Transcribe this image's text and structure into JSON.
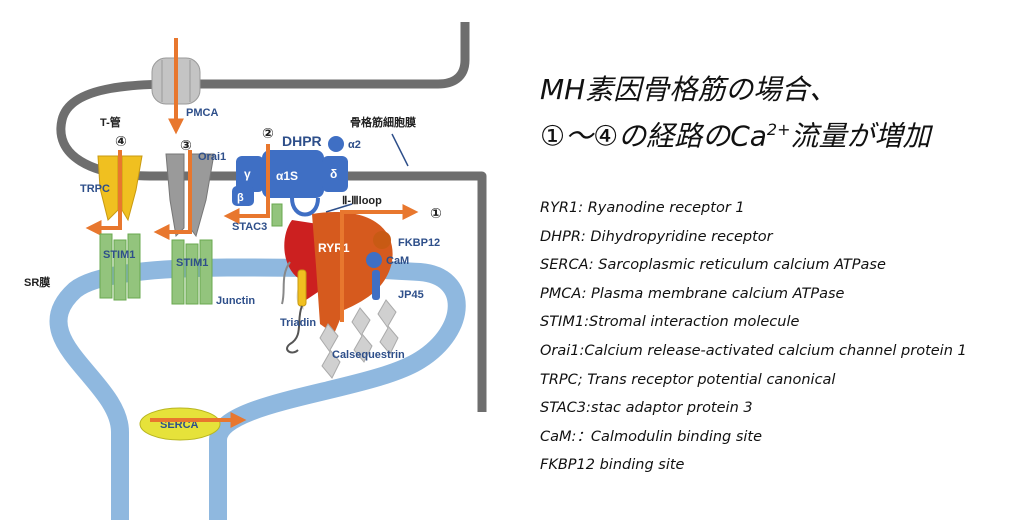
{
  "title": {
    "line1": "MH素因骨格筋の場合、",
    "line2_prefix": "①〜④の経路のCa",
    "line2_sup": "2+",
    "line2_suffix": "流量が増加"
  },
  "legend": [
    "RYR1: Ryanodine receptor 1",
    "DHPR: Dihydropyridine receptor",
    "SERCA: Sarcoplasmic reticulum calcium ATPase",
    "PMCA: Plasma membrane calcium ATPase",
    "STIM1:Stromal interaction molecule",
    "Orai1:Calcium release-activated calcium channel protein 1",
    "TRPC; Trans receptor potential canonical",
    "STAC3:stac adaptor protein 3",
    "CaM:：Calmodulin binding site",
    "FKBP12 binding site"
  ],
  "labels": {
    "pmca": "PMCA",
    "t_tubule": "T-管",
    "muscle_membrane": "骨格筋細胞膜",
    "dhpr": "DHPR",
    "alpha2": "α2",
    "gamma": "γ",
    "alpha1s": "α1S",
    "delta": "δ",
    "beta": "β",
    "stac3": "STAC3",
    "orai1": "Orai1",
    "trpc": "TRPC",
    "stim1_a": "STIM1",
    "stim1_b": "STIM1",
    "sr_membrane": "SR膜",
    "loop": "Ⅱ-Ⅲloop",
    "ryr1": "RYR1",
    "fkbp12": "FKBP12",
    "cam": "CaM",
    "jp45": "JP45",
    "junctin": "Junctin",
    "triadin": "Triadin",
    "calsequestrin": "Calsequestrin",
    "serca": "SERCA"
  },
  "pathways": [
    "①",
    "②",
    "③",
    "④"
  ],
  "colors": {
    "membrane_gray": "#6e6e6e",
    "sr_blue": "#8fb8df",
    "arrow_orange": "#e8772e",
    "dhpr_blue": "#3f6fc4",
    "ryr_red": "#cc2020",
    "ryr_orange": "#d65a1e",
    "trpc_yellow": "#f0c020",
    "orai_gray": "#9a9a9a",
    "stim_green": "#93c47d",
    "serca_yellow": "#e6e23a",
    "label_blue": "#2e4f8a"
  }
}
